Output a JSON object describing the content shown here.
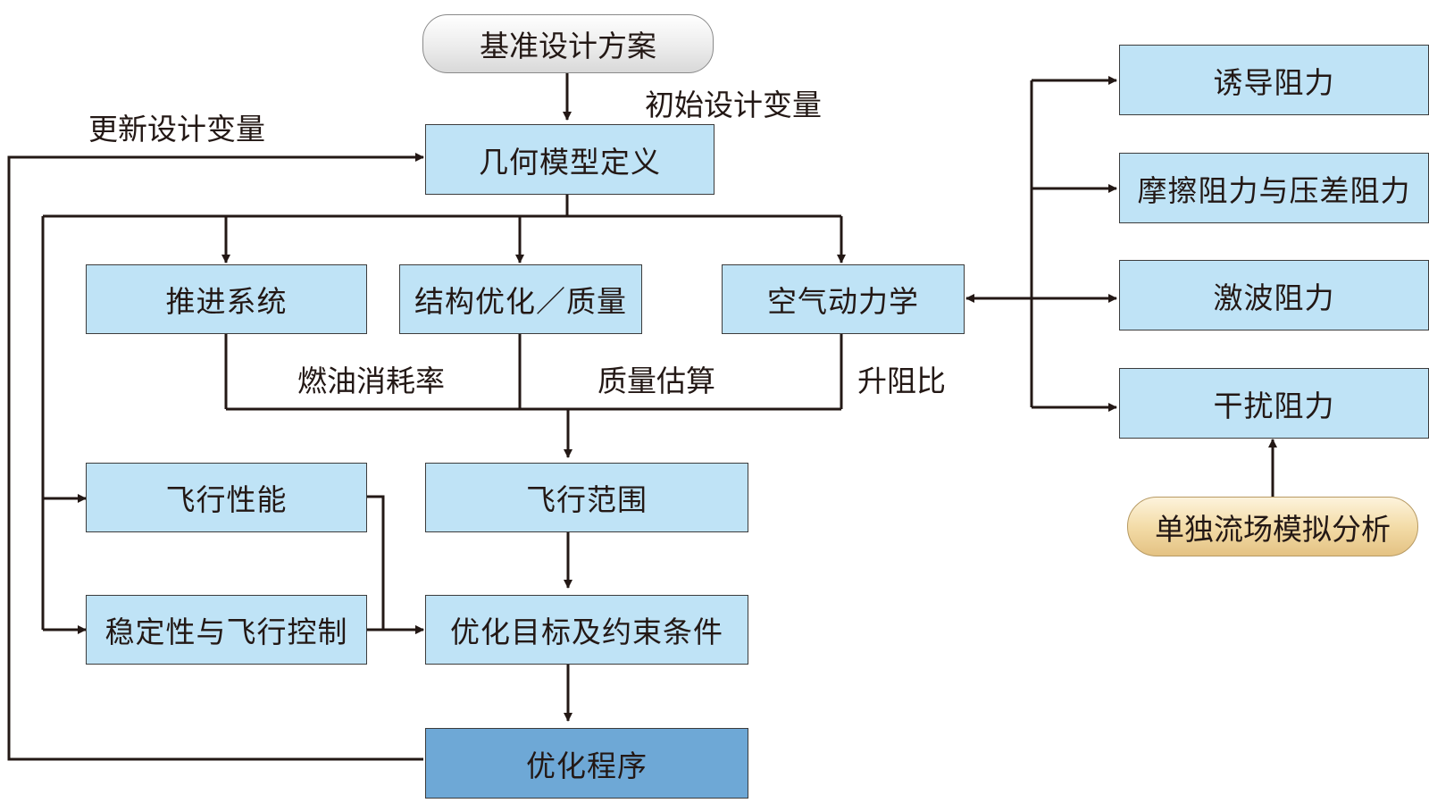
{
  "nodes": {
    "baseline": "基准设计方案",
    "geometry": "几何模型定义",
    "propulsion": "推进系统",
    "structure": "结构优化／质量",
    "aero": "空气动力学",
    "performance": "飞行性能",
    "range": "飞行范围",
    "stability": "稳定性与飞行控制",
    "objective": "优化目标及约束条件",
    "optimizer": "优化程序",
    "induced": "诱导阻力",
    "friction": "摩擦阻力与压差阻力",
    "wave": "激波阻力",
    "interference": "干扰阻力",
    "flowfield": "单独流场模拟分析"
  },
  "labels": {
    "initial_vars": "初始设计变量",
    "update_vars": "更新设计变量",
    "fuel_rate": "燃油消耗率",
    "mass_est": "质量估算",
    "lift_drag": "升阻比"
  },
  "colors": {
    "box_fill": "#bfe3f6",
    "box_dark_fill": "#6ea8d6",
    "line": "#231815"
  }
}
